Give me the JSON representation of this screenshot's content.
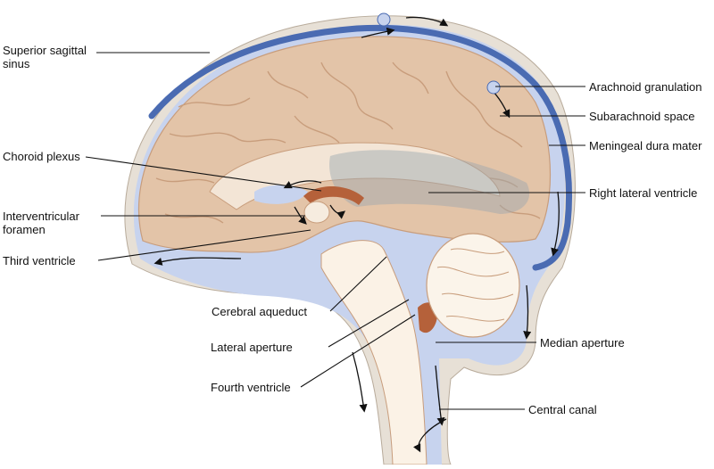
{
  "labels": {
    "superior_sagittal_sinus": "Superior sagittal sinus",
    "choroid_plexus": "Choroid plexus",
    "interventricular_foramen": "Interventricular foramen",
    "third_ventricle": "Third ventricle",
    "cerebral_aqueduct": "Cerebral aqueduct",
    "lateral_aperture": "Lateral aperture",
    "fourth_ventricle": "Fourth ventricle",
    "arachnoid_granulation": "Arachnoid granulation",
    "subarachnoid_space": "Subarachnoid space",
    "meningeal_dura_mater": "Meningeal dura mater",
    "right_lateral_ventricle": "Right lateral ventricle",
    "median_aperture": "Median aperture",
    "central_canal": "Central canal"
  },
  "colors": {
    "brain": "#e3c4a8",
    "brain_fold": "#c89d7c",
    "dura": "#4a6bb2",
    "csf": "#c7d3ee",
    "outer_membrane": "#e7e0d6",
    "choroid": "#b5613a",
    "cerebellum": "#fbf4ea",
    "leader_line": "#111111"
  },
  "icons": [
    "csf-flow-arrow-icon"
  ]
}
